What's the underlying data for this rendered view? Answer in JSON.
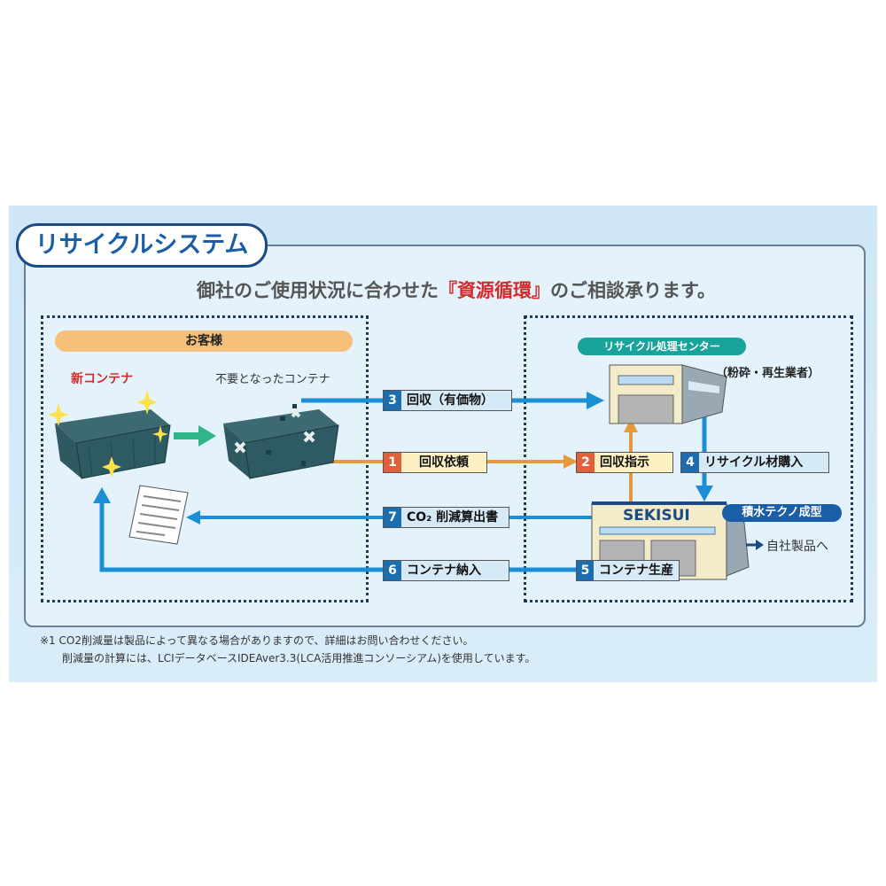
{
  "title": "リサイクルシステム",
  "subtitle": {
    "before": "御社のご使用状況に合わせた",
    "highlight": "『資源循環』",
    "after": "のご相談承ります。"
  },
  "customer": {
    "label": "お客様",
    "new_container": "新コンテナ",
    "used_container": "不要となったコンテナ"
  },
  "recycle_center": {
    "label": "リサイクル処理センター",
    "sub": "（粉砕・再生業者）"
  },
  "sekisui": {
    "logo": "SEKISUI",
    "label": "積水テクノ成型",
    "own_products": "自社製品へ"
  },
  "steps": [
    {
      "num": "1",
      "label": "回収依頼"
    },
    {
      "num": "2",
      "label": "回収指示"
    },
    {
      "num": "3",
      "label": "回収（有価物）"
    },
    {
      "num": "4",
      "label": "リサイクル材購入"
    },
    {
      "num": "5",
      "label": "コンテナ生産"
    },
    {
      "num": "6",
      "label": "コンテナ納入"
    },
    {
      "num": "7",
      "label": "CO₂ 削減算出書"
    }
  ],
  "footnote": {
    "line1": "※1 CO2削減量は製品によって異なる場合がありますので、詳細はお問い合わせください。",
    "line2": "削減量の計算には、LCIデータベースIDEAver3.3(LCA活用推進コンソーシアム)を使用しています。"
  },
  "colors": {
    "blue": "#1b6db0",
    "orange": "#e79a3c",
    "teal": "#1aa39a",
    "navy": "#1b4a85"
  }
}
